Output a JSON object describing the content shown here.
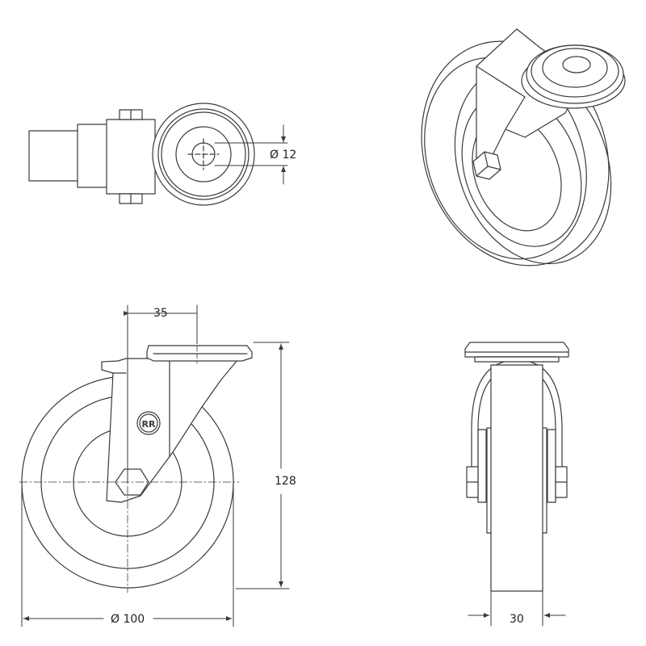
{
  "dimensions": {
    "bolt_hole_diameter": "Ø 12",
    "mount_offset": "35",
    "overall_height": "128",
    "wheel_diameter": "Ø 100",
    "wheel_width": "30"
  },
  "logo_text": "RR",
  "colors": {
    "line": "#3a3a3a",
    "fill": "#ffffff",
    "background": "#ffffff"
  }
}
